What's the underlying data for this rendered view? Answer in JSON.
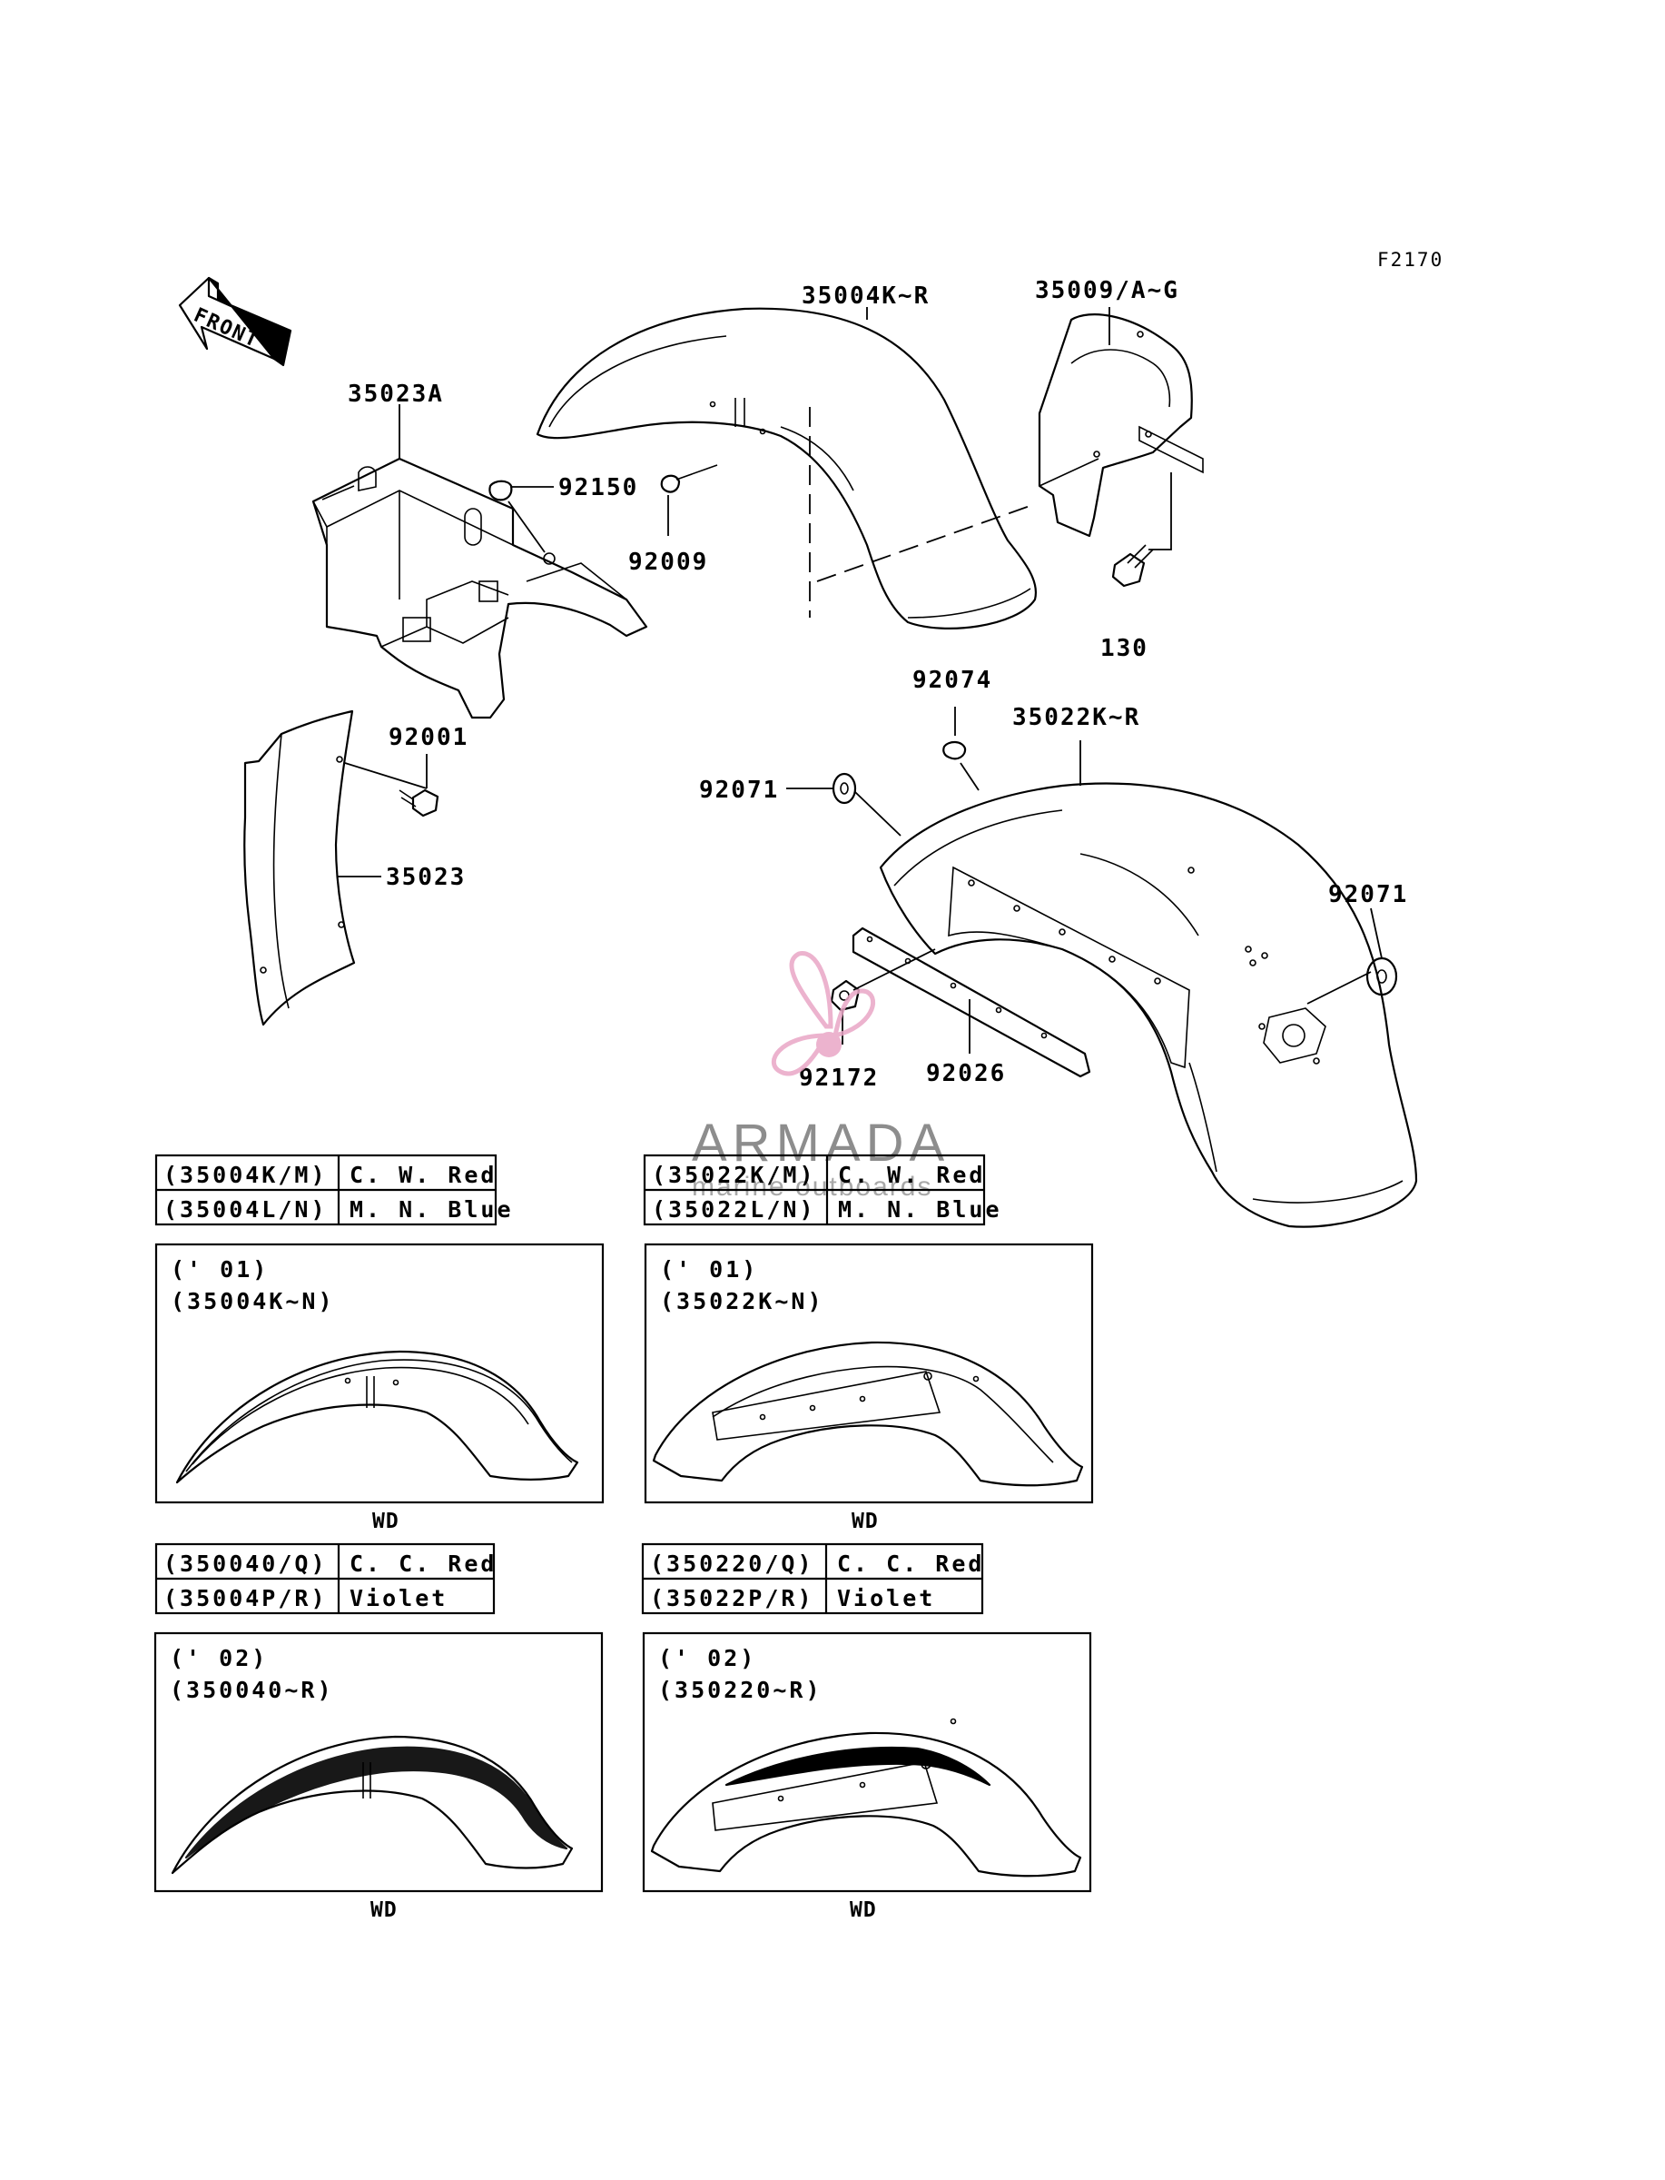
{
  "figure_code": "F2170",
  "front_arrow_label": "FRONT",
  "callouts": {
    "p35004": "35004K~R",
    "p35009": "35009/A~G",
    "p35023A": "35023A",
    "p92150": "92150",
    "p92009": "92009",
    "p130": "130",
    "p92074": "92074",
    "p35022": "35022K~R",
    "p92071a": "92071",
    "p92001": "92001",
    "p35023": "35023",
    "p92071b": "92071",
    "p92172": "92172",
    "p92026": "92026"
  },
  "watermark": {
    "brand": "ARMADA",
    "tagline": "marine outboards",
    "accent_color": "#e9a6c6"
  },
  "color_tables": {
    "front_01": [
      {
        "code": "(35004K/M)",
        "color": "C. W. Red"
      },
      {
        "code": "(35004L/N)",
        "color": "M. N. Blue"
      }
    ],
    "rear_01": [
      {
        "code": "(35022K/M)",
        "color": "C. W. Red"
      },
      {
        "code": "(35022L/N)",
        "color": "M. N. Blue"
      }
    ],
    "front_02": [
      {
        "code": "(350040/Q)",
        "color": "C. C. Red"
      },
      {
        "code": "(35004P/R)",
        "color": "Violet"
      }
    ],
    "rear_02": [
      {
        "code": "(350220/Q)",
        "color": "C. C. Red"
      },
      {
        "code": "(35022P/R)",
        "color": "Violet"
      }
    ]
  },
  "variant_boxes": {
    "front_01": {
      "year": "(' 01)",
      "range": "(35004K~N)",
      "caption": "WD"
    },
    "rear_01": {
      "year": "(' 01)",
      "range": "(35022K~N)",
      "caption": "WD"
    },
    "front_02": {
      "year": "(' 02)",
      "range": "(350040~R)",
      "caption": "WD"
    },
    "rear_02": {
      "year": "(' 02)",
      "range": "(350220~R)",
      "caption": "WD"
    }
  }
}
